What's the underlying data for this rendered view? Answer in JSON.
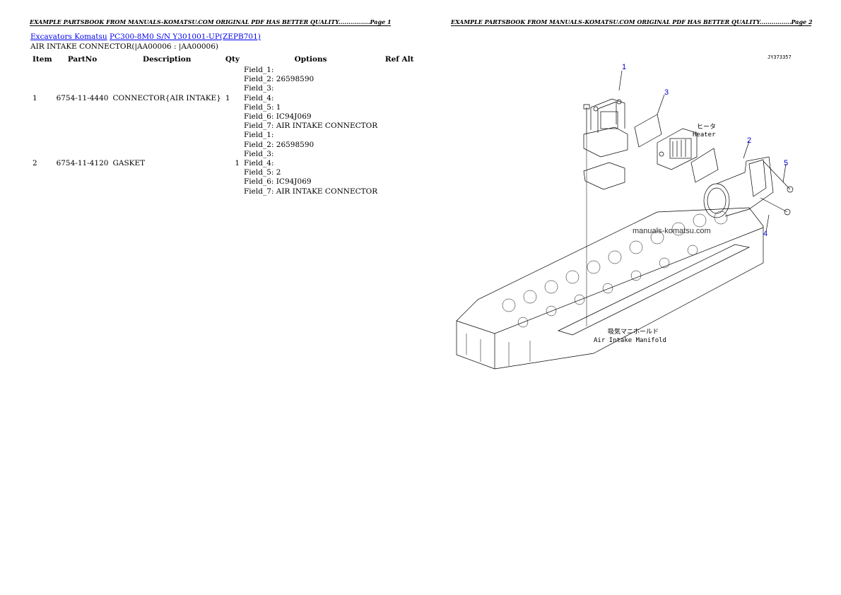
{
  "pages": [
    {
      "header": "EXAMPLE PARTSBOOK FROM MANUALS-KOMATSU.COM ORIGINAL PDF HAS BETTER QUALITY................Page 1"
    },
    {
      "header": "EXAMPLE PARTSBOOK FROM MANUALS-KOMATSU.COM ORIGINAL PDF HAS BETTER QUALITY................Page 2"
    }
  ],
  "breadcrumb": {
    "link1": "Excavators Komatsu",
    "link2": "PC300-8M0 S/N Y301001-UP(ZEPB701)"
  },
  "section_title": "AIR INTAKE CONNECTOR(|AA00006 : |AA00006)",
  "table": {
    "headers": {
      "item": "Item",
      "partno": "PartNo",
      "description": "Description",
      "qty": "Qty",
      "options": "Options",
      "ref_alt": "Ref Alt"
    },
    "rows": [
      {
        "item": "1",
        "partno": "6754-11-4440",
        "description": "CONNECTOR{AIR INTAKE}",
        "qty": "1",
        "ref_alt": "",
        "options": [
          "Field_1:",
          "Field_2: 26598590",
          "Field_3:",
          "Field_4:",
          "Field_5: 1",
          "Field_6: IC94J069",
          "Field_7: AIR INTAKE CONNECTOR"
        ]
      },
      {
        "item": "2",
        "partno": "6754-11-4120",
        "description": "GASKET",
        "qty": "1",
        "ref_alt": "",
        "options": [
          "Field_1:",
          "Field_2: 26598590",
          "Field_3:",
          "Field_4:",
          "Field_5: 2",
          "Field_6: IC94J069",
          "Field_7: AIR INTAKE CONNECTOR"
        ]
      }
    ]
  },
  "diagram": {
    "drawing_id": "JY373357",
    "callouts": [
      "1",
      "3",
      "2",
      "5",
      "4"
    ],
    "labels": {
      "heater_jp": "ヒータ",
      "heater_en": "Heater",
      "manifold_jp": "吸気マニホールド",
      "manifold_en": "Air Intake Manifold"
    },
    "watermark": "manuals-komatsu.com"
  }
}
